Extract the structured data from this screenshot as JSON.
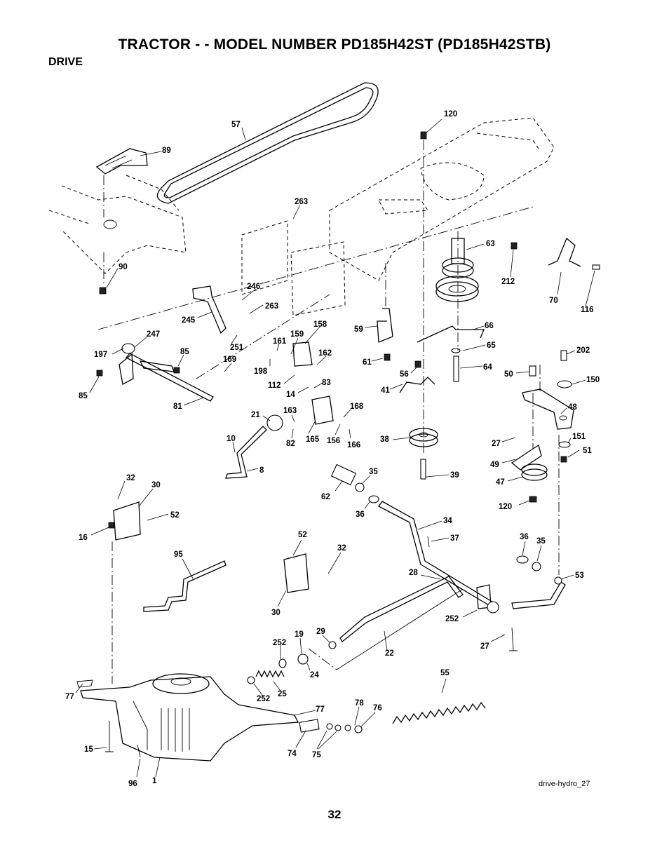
{
  "header": {
    "title": "TRACTOR - - MODEL NUMBER PD185H42ST (PD185H42STB)",
    "section": "DRIVE"
  },
  "footer": {
    "drawing_ref": "drive-hydro_27",
    "page_number": "32"
  },
  "callouts": [
    {
      "key": "c57",
      "label": "57"
    },
    {
      "key": "c120a",
      "label": "120"
    },
    {
      "key": "c89",
      "label": "89"
    },
    {
      "key": "c263a",
      "label": "263"
    },
    {
      "key": "c90",
      "label": "90"
    },
    {
      "key": "c63",
      "label": "63"
    },
    {
      "key": "c212",
      "label": "212"
    },
    {
      "key": "c70",
      "label": "70"
    },
    {
      "key": "c116",
      "label": "116"
    },
    {
      "key": "c246",
      "label": "246"
    },
    {
      "key": "c263b",
      "label": "263"
    },
    {
      "key": "c245",
      "label": "245"
    },
    {
      "key": "c247",
      "label": "247"
    },
    {
      "key": "c197",
      "label": "197"
    },
    {
      "key": "c85a",
      "label": "85"
    },
    {
      "key": "c85b",
      "label": "85"
    },
    {
      "key": "c251",
      "label": "251"
    },
    {
      "key": "c161",
      "label": "161"
    },
    {
      "key": "c159",
      "label": "159"
    },
    {
      "key": "c158",
      "label": "158"
    },
    {
      "key": "c169",
      "label": "169"
    },
    {
      "key": "c198",
      "label": "198"
    },
    {
      "key": "c162",
      "label": "162"
    },
    {
      "key": "c112",
      "label": "112"
    },
    {
      "key": "c83",
      "label": "83"
    },
    {
      "key": "c14",
      "label": "14"
    },
    {
      "key": "c81",
      "label": "81"
    },
    {
      "key": "c59",
      "label": "59"
    },
    {
      "key": "c66",
      "label": "66"
    },
    {
      "key": "c65",
      "label": "65"
    },
    {
      "key": "c61",
      "label": "61"
    },
    {
      "key": "c64",
      "label": "64"
    },
    {
      "key": "c56",
      "label": "56"
    },
    {
      "key": "c41",
      "label": "41"
    },
    {
      "key": "c202",
      "label": "202"
    },
    {
      "key": "c50",
      "label": "50"
    },
    {
      "key": "c150",
      "label": "150"
    },
    {
      "key": "c48",
      "label": "48"
    },
    {
      "key": "c21",
      "label": "21"
    },
    {
      "key": "c163",
      "label": "163"
    },
    {
      "key": "c168",
      "label": "168"
    },
    {
      "key": "c165",
      "label": "165"
    },
    {
      "key": "c156",
      "label": "156"
    },
    {
      "key": "c166",
      "label": "166"
    },
    {
      "key": "c82",
      "label": "82"
    },
    {
      "key": "c10",
      "label": "10"
    },
    {
      "key": "c38",
      "label": "38"
    },
    {
      "key": "c151",
      "label": "151"
    },
    {
      "key": "c27a",
      "label": "27"
    },
    {
      "key": "c51",
      "label": "51"
    },
    {
      "key": "c8",
      "label": "8"
    },
    {
      "key": "c49",
      "label": "49"
    },
    {
      "key": "c39",
      "label": "39"
    },
    {
      "key": "c47",
      "label": "47"
    },
    {
      "key": "c35a",
      "label": "35"
    },
    {
      "key": "c32a",
      "label": "32"
    },
    {
      "key": "c30a",
      "label": "30"
    },
    {
      "key": "c62",
      "label": "62"
    },
    {
      "key": "c36a",
      "label": "36"
    },
    {
      "key": "c120b",
      "label": "120"
    },
    {
      "key": "c52a",
      "label": "52"
    },
    {
      "key": "c16",
      "label": "16"
    },
    {
      "key": "c34",
      "label": "34"
    },
    {
      "key": "c37",
      "label": "37"
    },
    {
      "key": "c36b",
      "label": "36"
    },
    {
      "key": "c35b",
      "label": "35"
    },
    {
      "key": "c52b",
      "label": "52"
    },
    {
      "key": "c95",
      "label": "95"
    },
    {
      "key": "c32b",
      "label": "32"
    },
    {
      "key": "c28",
      "label": "28"
    },
    {
      "key": "c53",
      "label": "53"
    },
    {
      "key": "c30b",
      "label": "30"
    },
    {
      "key": "c252a",
      "label": "252"
    },
    {
      "key": "c29",
      "label": "29"
    },
    {
      "key": "c19",
      "label": "19"
    },
    {
      "key": "c252b",
      "label": "252"
    },
    {
      "key": "c22",
      "label": "22"
    },
    {
      "key": "c27b",
      "label": "27"
    },
    {
      "key": "c24",
      "label": "24"
    },
    {
      "key": "c55",
      "label": "55"
    },
    {
      "key": "c77a",
      "label": "77"
    },
    {
      "key": "c252c",
      "label": "252"
    },
    {
      "key": "c25",
      "label": "25"
    },
    {
      "key": "c77b",
      "label": "77"
    },
    {
      "key": "c78",
      "label": "78"
    },
    {
      "key": "c76",
      "label": "76"
    },
    {
      "key": "c15",
      "label": "15"
    },
    {
      "key": "c74",
      "label": "74"
    },
    {
      "key": "c75",
      "label": "75"
    },
    {
      "key": "c96",
      "label": "96"
    },
    {
      "key": "c1",
      "label": "1"
    }
  ]
}
